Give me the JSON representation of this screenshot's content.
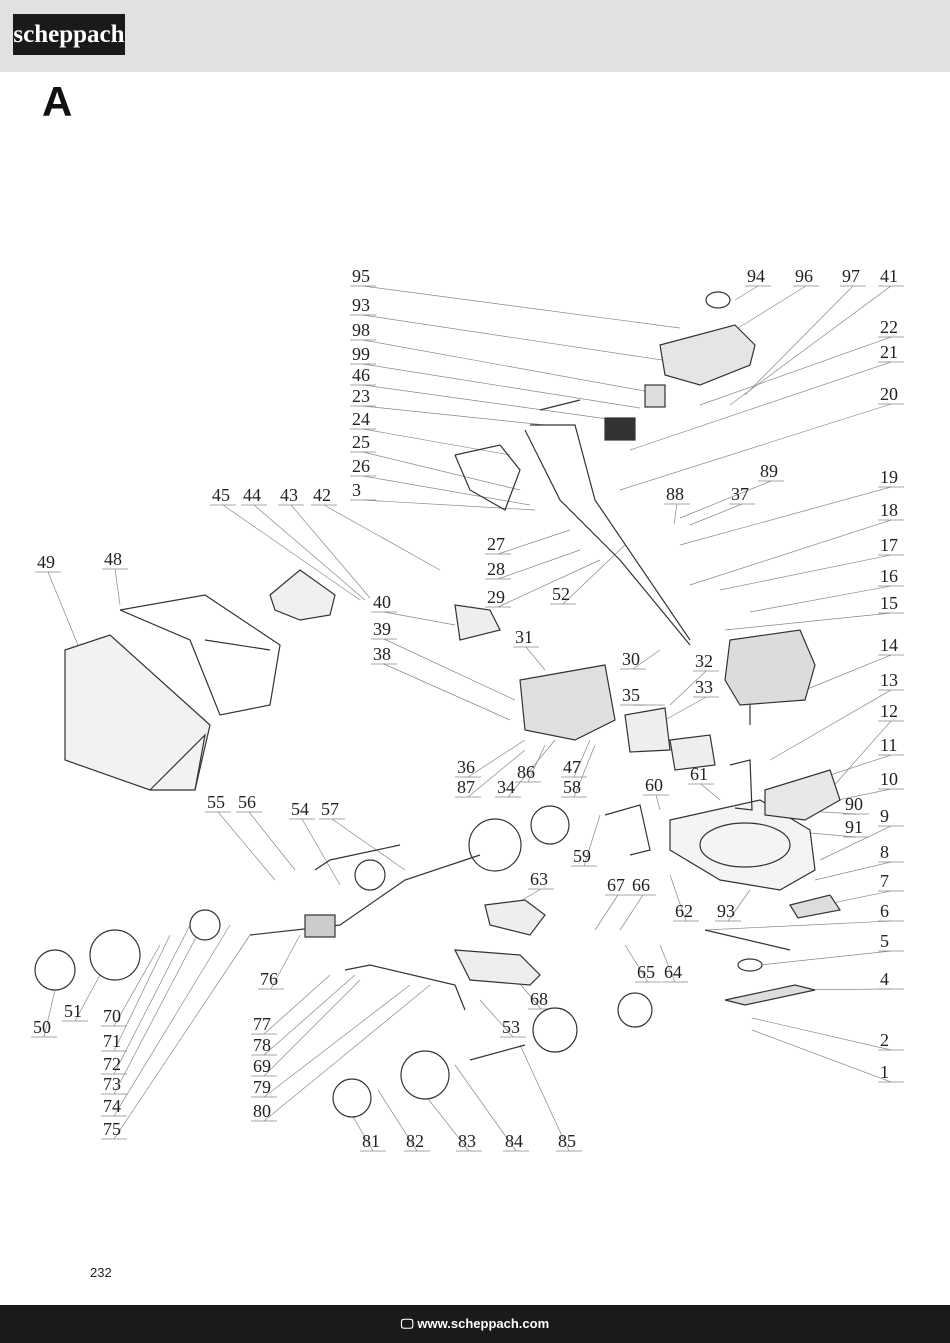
{
  "header": {
    "logo": "scheppach",
    "section": "A"
  },
  "callouts": [
    "95",
    "93",
    "98",
    "99",
    "46",
    "23",
    "24",
    "25",
    "26",
    "3",
    "94",
    "96",
    "97",
    "41",
    "22",
    "21",
    "20",
    "89",
    "88",
    "37",
    "19",
    "18",
    "17",
    "16",
    "15",
    "14",
    "13",
    "12",
    "11",
    "10",
    "90",
    "91",
    "9",
    "8",
    "7",
    "6",
    "5",
    "4",
    "2",
    "1",
    "45",
    "44",
    "43",
    "42",
    "40",
    "39",
    "38",
    "31",
    "36",
    "87",
    "86",
    "34",
    "47",
    "58",
    "30",
    "32",
    "35",
    "33",
    "27",
    "28",
    "29",
    "52",
    "49",
    "48",
    "55",
    "56",
    "54",
    "57",
    "50",
    "51",
    "70",
    "71",
    "72",
    "73",
    "74",
    "75",
    "76",
    "77",
    "78",
    "69",
    "79",
    "80",
    "81",
    "82",
    "83",
    "84",
    "85",
    "53",
    "63",
    "68",
    "67",
    "66",
    "65",
    "64",
    "62",
    "93",
    "59",
    "60",
    "61"
  ],
  "page_number": "232",
  "footer": {
    "icon": "monitor-icon",
    "url": "www.scheppach.com"
  }
}
